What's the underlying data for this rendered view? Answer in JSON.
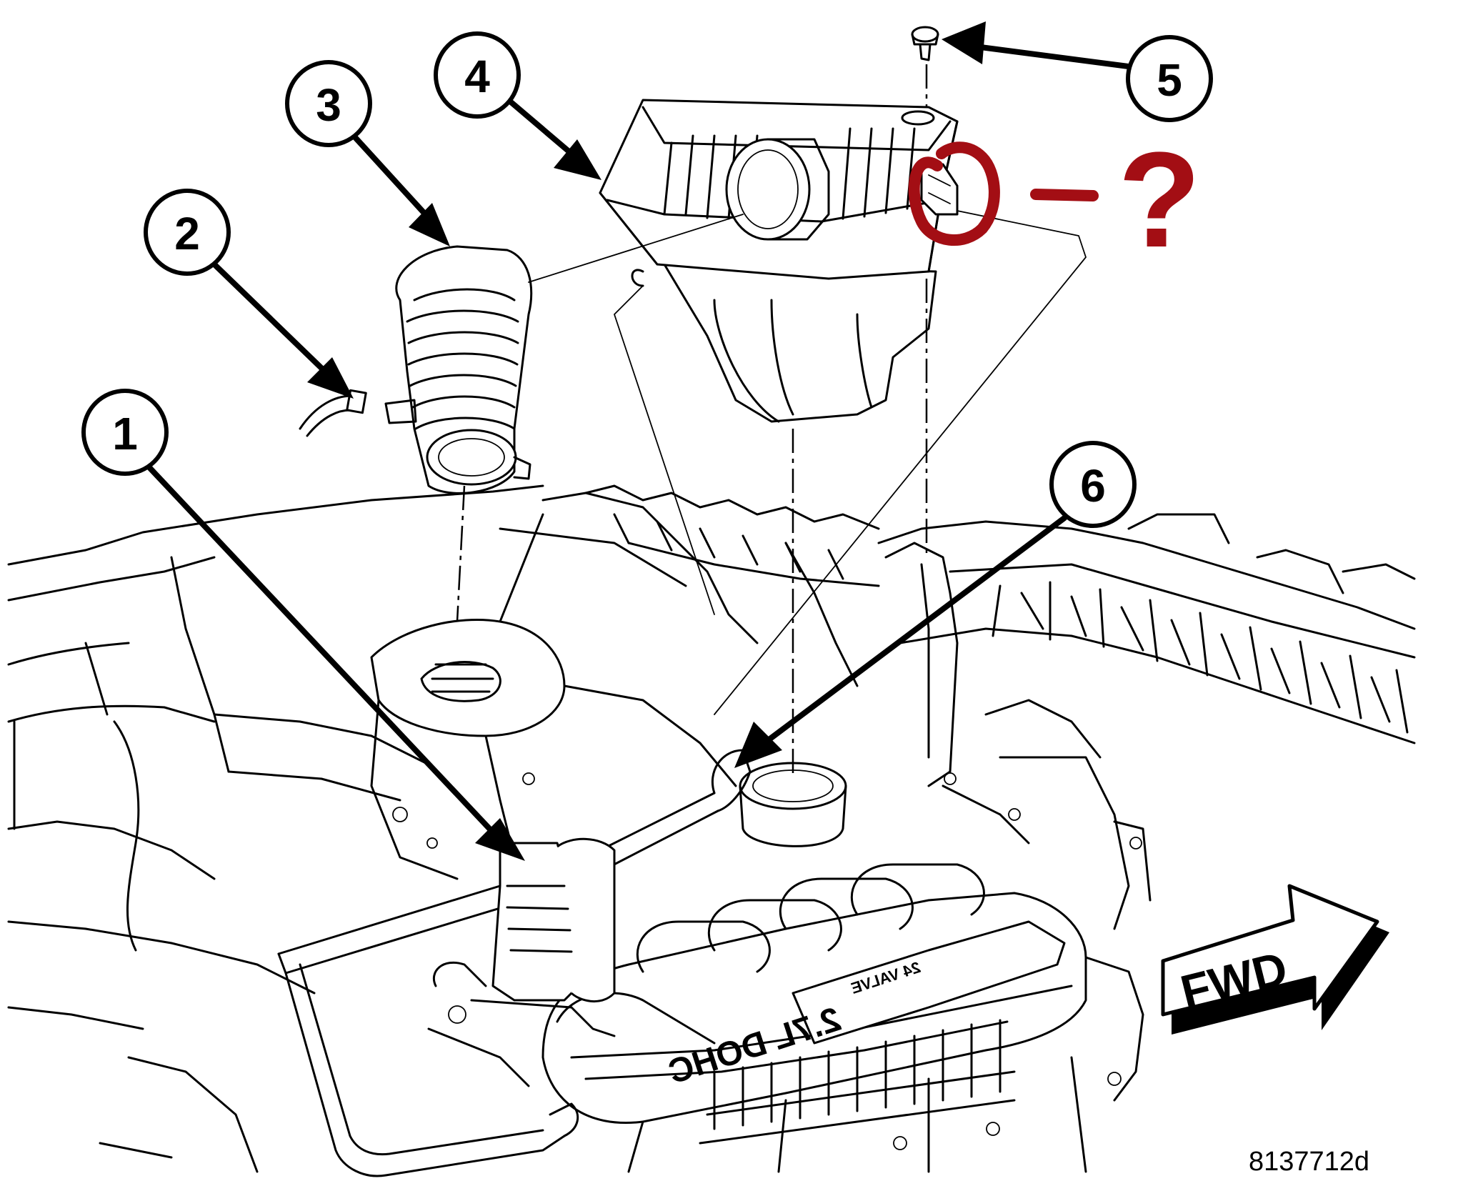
{
  "callouts": [
    {
      "label": "1"
    },
    {
      "label": "2"
    },
    {
      "label": "3"
    },
    {
      "label": "4"
    },
    {
      "label": "5"
    },
    {
      "label": "6"
    }
  ],
  "direction_label": "FWD",
  "engine_cover_text": "2.7L DOHC",
  "engine_cover_subtext": "24 VALVE",
  "reference_number": "8137712d",
  "annotation": {
    "question_mark": "?",
    "color": "#a30e14"
  }
}
